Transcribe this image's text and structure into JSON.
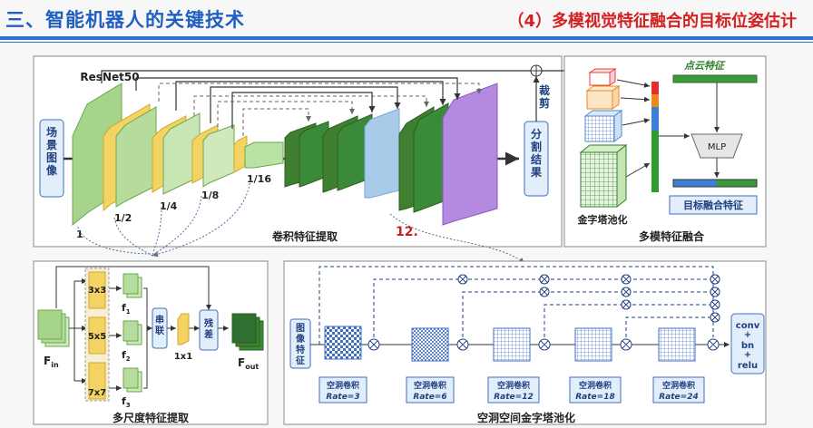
{
  "header": {
    "title": "三、智能机器人的关键技术",
    "subtitle": "（4）多模视觉特征融合的目标位姿估计"
  },
  "top_panel": {
    "backbone": "ResNet50",
    "input_label": "场景图像",
    "scales": [
      "1",
      "1/2",
      "1/4",
      "1/8",
      "1/16"
    ],
    "crop_label": "裁剪",
    "seg_label": "分割结果",
    "caption": "卷积特征提取",
    "annotation": "12."
  },
  "fusion_panel": {
    "point_cloud": "点云特征",
    "mlp": "MLP",
    "pyramid": "金字塔池化",
    "target": "目标融合特征",
    "caption": "多模特征融合"
  },
  "multiscale_panel": {
    "fin": "F",
    "fin_sub": "in",
    "kernels": [
      "3x3",
      "5x5",
      "7x7"
    ],
    "features": [
      "f",
      "f",
      "f"
    ],
    "feature_subs": [
      "1",
      "2",
      "3"
    ],
    "concat": "串联",
    "conv": "1x1",
    "residual": "残差",
    "fout": "F",
    "fout_sub": "out",
    "caption": "多尺度特征提取"
  },
  "aspp_panel": {
    "input": "图像特征",
    "op": "空洞卷积",
    "rates": [
      "Rate=3",
      "Rate=6",
      "Rate=12",
      "Rate=18",
      "Rate=24"
    ],
    "output": [
      "conv",
      "+",
      "bn",
      "+",
      "relu"
    ],
    "caption": "空洞空间金字塔池化"
  }
}
